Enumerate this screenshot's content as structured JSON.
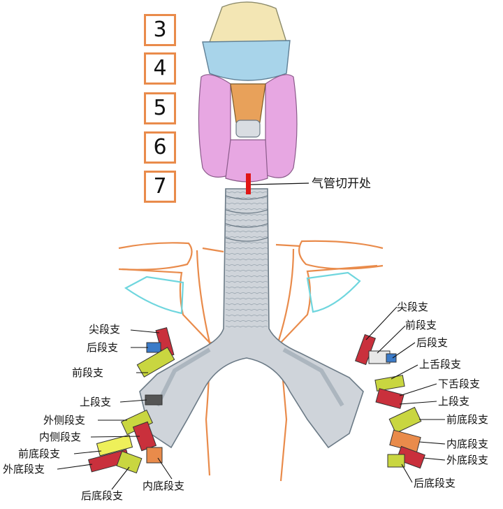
{
  "vertebra_numbers": [
    "3",
    "4",
    "5",
    "6",
    "7"
  ],
  "incision_label": "气管切开处",
  "incision_color": "#e01616",
  "outline_color": "#e98b4b",
  "clavicle_color": "#6fd6de",
  "left_labels": {
    "apical": "尖段支",
    "posterior": "后段支",
    "anterior": "前段支",
    "superior": "上段支",
    "lateral": "外侧段支",
    "medial": "内侧段支",
    "anterior_basal": "前底段支",
    "lateral_basal": "外底段支",
    "posterior_basal": "后底段支",
    "medial_basal": "内底段支"
  },
  "right_labels": {
    "apical": "尖段支",
    "anterior": "前段支",
    "posterior": "后段支",
    "superior_lingular": "上舌段支",
    "inferior_lingular": "下舌段支",
    "superior": "上段支",
    "anterior_basal": "前底段支",
    "medial_basal": "内底段支",
    "lateral_basal": "外底段支",
    "posterior_basal": "后底段支"
  }
}
